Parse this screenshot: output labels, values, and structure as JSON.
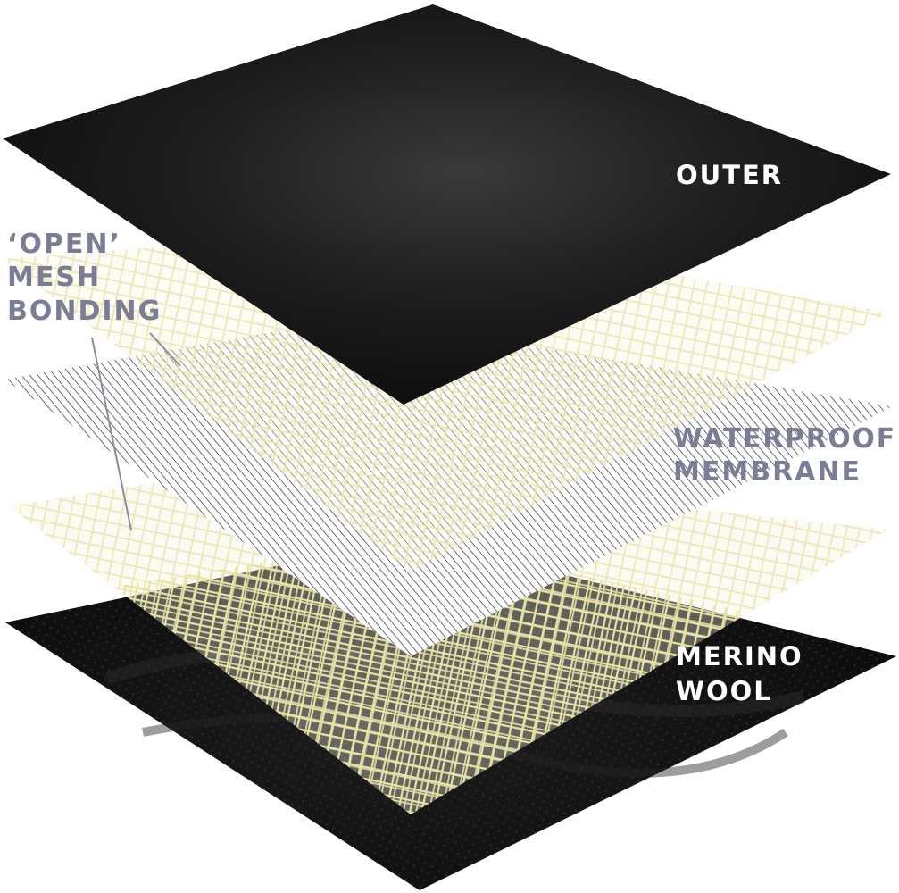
{
  "labels": {
    "outer": "OUTER",
    "open_mesh_bonding": [
      "‘OPEN’",
      "MESH",
      "BONDING"
    ],
    "waterproof_membrane": [
      "WATERPROOF",
      "MEMBRANE"
    ],
    "merino_wool": [
      "MERINO",
      "WOOL"
    ]
  },
  "colors": {
    "outer_layer": "#161616",
    "mesh": "#e9e6b0",
    "membrane_lines": "#3c3d48",
    "merino_layer": "#141414",
    "label_light": "#ffffff",
    "label_muted": "#7a7d94"
  }
}
